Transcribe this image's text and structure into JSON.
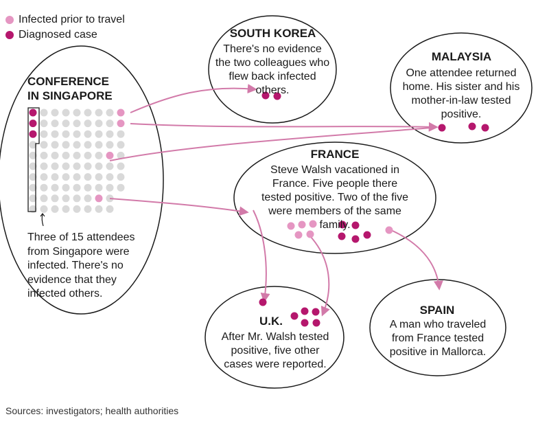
{
  "colors": {
    "infected_prior": "#e596c2",
    "diagnosed": "#b5176d",
    "grey_dot": "#d9d9d9",
    "arrow": "#d27aa9",
    "outline": "#1a1a1a"
  },
  "legend": {
    "infected_prior_label": "Infected prior to travel",
    "diagnosed_label": "Diagnosed case"
  },
  "singapore": {
    "title_line1": "CONFERENCE",
    "title_line2": "IN SINGAPORE",
    "note": "Three of 15 attendees from Singapore were infected. There's no evidence that they infected others.",
    "attendees_singapore": 15,
    "infected_singapore": 3
  },
  "south_korea": {
    "title": "SOUTH KOREA",
    "text": "There's no evidence the two colleagues who flew back infected others."
  },
  "malaysia": {
    "title": "MALAYSIA",
    "text": "One attendee returned home. His sister and his mother-in-law tested positive."
  },
  "france": {
    "title": "FRANCE",
    "text": "Steve Walsh vacationed in France. Five people there tested positive. Two of the five were members of the same family."
  },
  "uk": {
    "title": "U.K.",
    "text": "After Mr. Walsh tested positive, five other cases were reported."
  },
  "spain": {
    "title": "SPAIN",
    "text": "A man who traveled from France tested positive in Mallorca."
  },
  "source": "Sources: investigators; health authorities"
}
